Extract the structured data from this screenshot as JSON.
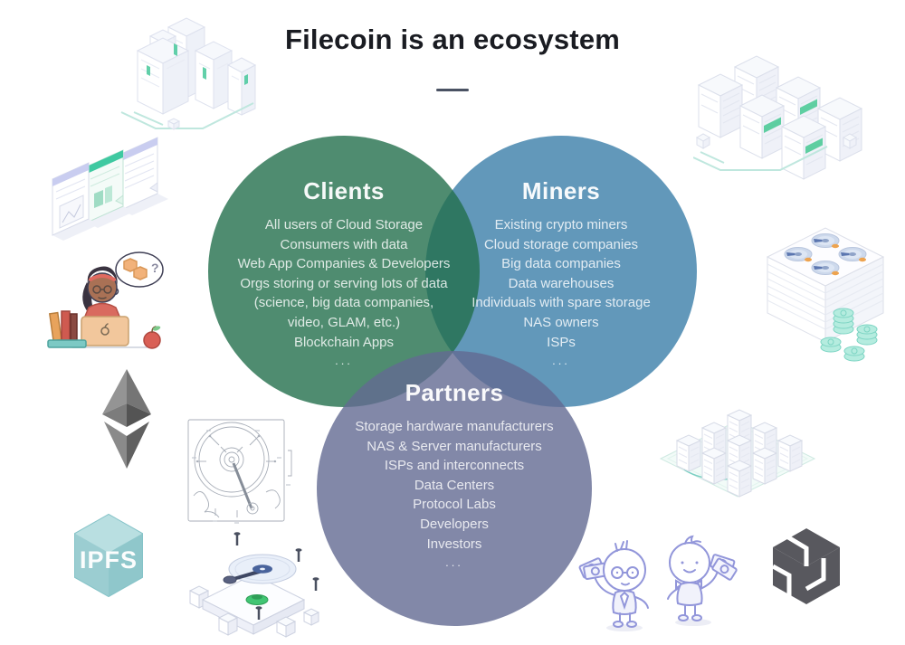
{
  "title": "Filecoin is an ecosystem",
  "venn": {
    "clients": {
      "label": "Clients",
      "color": "#4F8C70",
      "items": [
        "All users of Cloud Storage",
        "Consumers with data",
        "Web App Companies & Developers",
        "Orgs storing or serving lots of data",
        "(science, big data companies,",
        "video, GLAM, etc.)",
        "Blockchain Apps",
        "..."
      ]
    },
    "miners": {
      "label": "Miners",
      "color": "#6298BA",
      "items": [
        "Existing crypto miners",
        "Cloud storage companies",
        "Big data companies",
        "Data warehouses",
        "Individuals with spare storage",
        "NAS owners",
        "ISPs",
        "..."
      ]
    },
    "partners": {
      "label": "Partners",
      "color": "#8288A8",
      "items": [
        "Storage hardware manufacturers",
        "NAS & Server manufacturers",
        "ISPs and interconnects",
        "Data Centers",
        "Protocol Labs",
        "Developers",
        "Investors",
        "..."
      ]
    }
  },
  "logos": {
    "ipfs_label": "IPFS"
  },
  "illustrations": {
    "question_mark": "?",
    "names": [
      "city-buildings",
      "documents-stack",
      "person-at-laptop",
      "ethereum-logo",
      "ipfs-cube-logo",
      "hdd-patent-drawing",
      "hdd-exploded-view",
      "server-racks-cluster",
      "hdd-stack-with-coins",
      "data-center",
      "characters-with-money",
      "dark-cube-logo"
    ]
  },
  "colors": {
    "title_text": "#1A1C22",
    "circle_text": "#FFFFFF",
    "accent_green": "#45C993",
    "accent_teal": "#9FD5D8",
    "accent_orange": "#EDA34F",
    "line_purple": "#9296DA",
    "eth_gray": "#8A8A8A",
    "dark_logo": "#58585E"
  }
}
